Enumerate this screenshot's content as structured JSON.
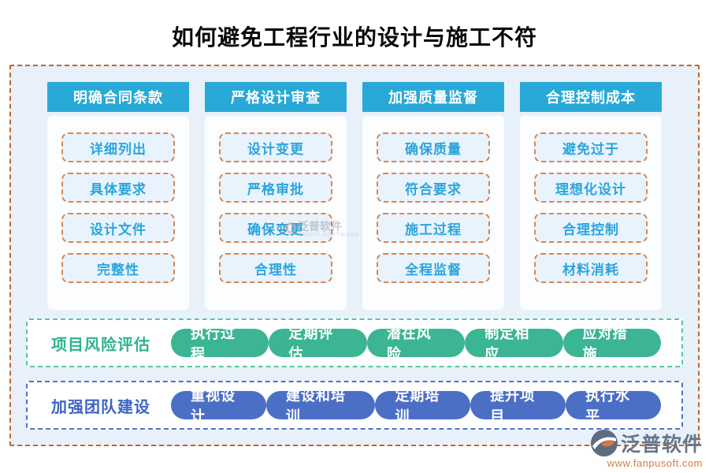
{
  "title": "如何避免工程行业的设计与施工不符",
  "columns": [
    {
      "header": "明确合同条款",
      "items": [
        "详细列出",
        "具体要求",
        "设计文件",
        "完整性"
      ]
    },
    {
      "header": "严格设计审查",
      "items": [
        "设计变更",
        "严格审批",
        "确保变更",
        "合理性"
      ]
    },
    {
      "header": "加强质量监督",
      "items": [
        "确保质量",
        "符合要求",
        "施工过程",
        "全程监督"
      ]
    },
    {
      "header": "合理控制成本",
      "items": [
        "避免过于",
        "理想化设计",
        "合理控制",
        "材料消耗"
      ]
    }
  ],
  "bands": [
    {
      "label": "项目风险评估",
      "theme": "green",
      "pills": [
        "执行过程",
        "定期评估",
        "潜在风险",
        "制定相应",
        "应对措施"
      ]
    },
    {
      "label": "加强团队建设",
      "theme": "blue",
      "pills": [
        "重视设计",
        "建设和培训",
        "定期培训",
        "提升项目",
        "执行水平"
      ]
    }
  ],
  "watermark": {
    "text": "泛普软件",
    "subtext": "FANPU SOFTWARE"
  },
  "logo": {
    "name": "泛普软件",
    "url": "www.fanpusoft.com"
  },
  "colors": {
    "column_header_bg": "#29a9d7",
    "column_item_text": "#2ba5dc",
    "column_item_border": "#dd8449",
    "board_bg": "#e8f1fa",
    "board_border": "#c4662e",
    "green_pill": "#3bb593",
    "blue_pill": "#4c6fc6",
    "logo_url_color": "#e07a3d"
  }
}
